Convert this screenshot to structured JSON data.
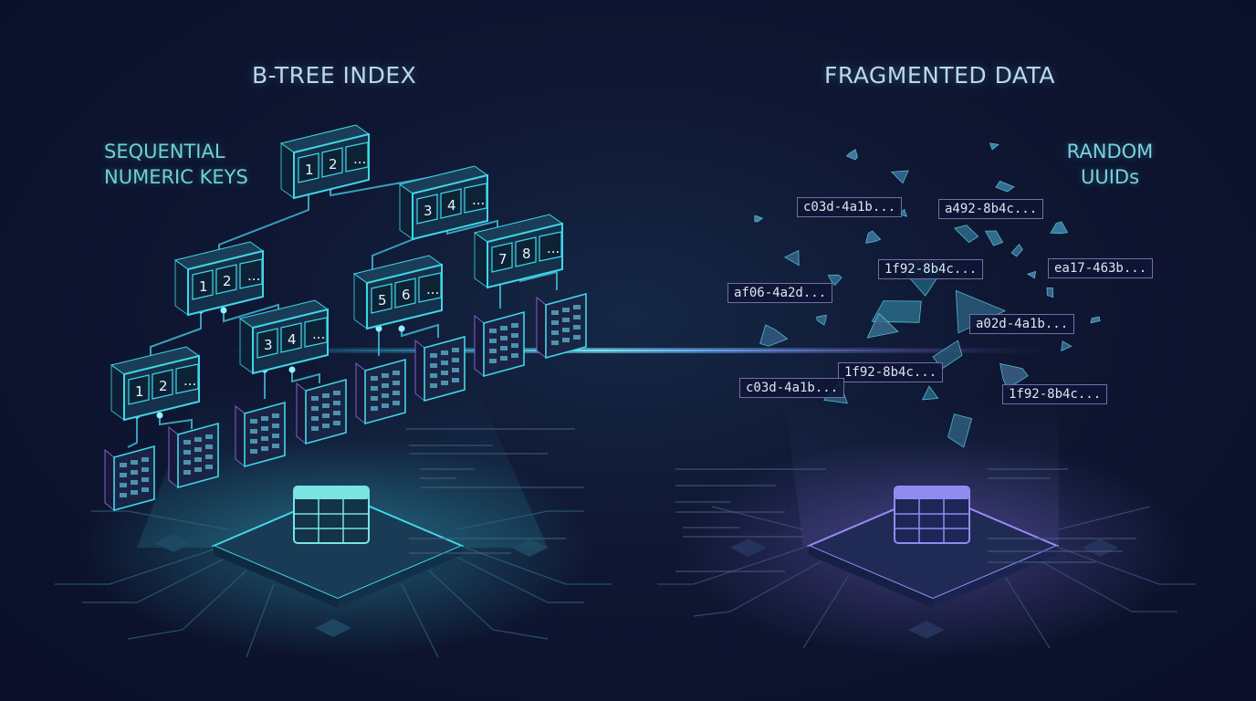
{
  "left_panel": {
    "title": "B-TREE INDEX",
    "subtitle_lines": [
      "SEQUENTIAL",
      "NUMERIC KEYS"
    ],
    "key_nodes": [
      {
        "keys": [
          "1",
          "2",
          "..."
        ]
      },
      {
        "keys": [
          "3",
          "4",
          "..."
        ]
      },
      {
        "keys": [
          "1",
          "2",
          "..."
        ]
      },
      {
        "keys": [
          "5",
          "6",
          "..."
        ]
      },
      {
        "keys": [
          "7",
          "8",
          "..."
        ]
      },
      {
        "keys": [
          "3",
          "4",
          "..."
        ]
      },
      {
        "keys": [
          "1",
          "2",
          "..."
        ]
      }
    ]
  },
  "right_panel": {
    "title": "FRAGMENTED DATA",
    "subtitle_lines": [
      "RANDOM",
      "UUIDs"
    ],
    "uuid_labels": [
      "c03d-4a1b...",
      "a492-8b4c...",
      "1f92-8b4c...",
      "ea17-463b...",
      "af06-4a2d...",
      "a02d-4a1b...",
      "1f92-8b4c...",
      "c03d-4a1b...",
      "1f92-8b4c..."
    ]
  },
  "colors": {
    "background": "#0f1733",
    "node_fill": "#15304a",
    "node_stroke": "#3fd7e8",
    "leaf_stroke": "#7a66c8",
    "connector": "#3fb9d6",
    "table_accent": "#7be3e0",
    "right_table_accent": "#8f8cf0"
  }
}
